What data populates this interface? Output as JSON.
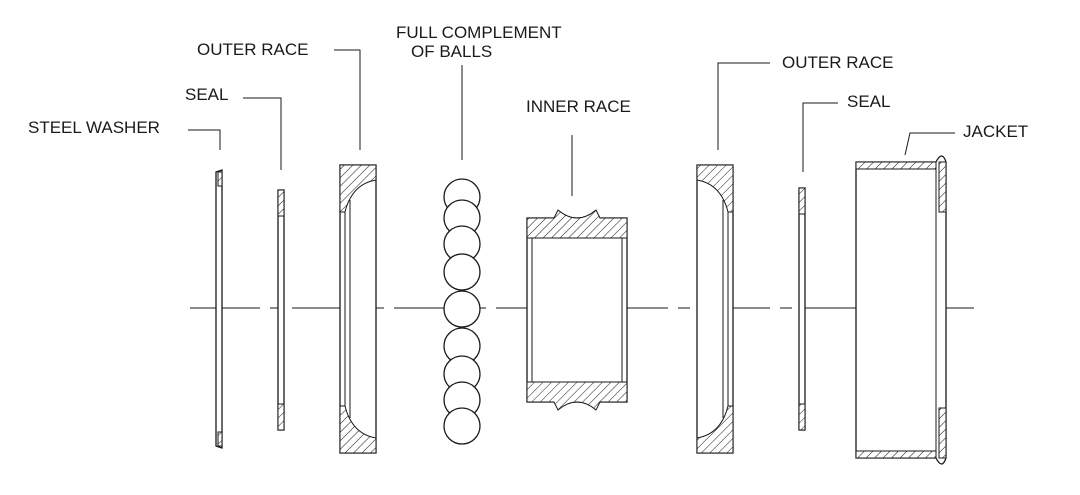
{
  "labels": {
    "steel_washer": "STEEL WASHER",
    "seal_left": "SEAL",
    "outer_race_left": "OUTER RACE",
    "balls_line1": "FULL COMPLEMENT",
    "balls_line2": "OF BALLS",
    "inner_race": "INNER RACE",
    "outer_race_right": "OUTER RACE",
    "seal_right": "SEAL",
    "jacket": "JACKET"
  },
  "colors": {
    "ink": "#1a1a1a",
    "background": "#ffffff"
  }
}
